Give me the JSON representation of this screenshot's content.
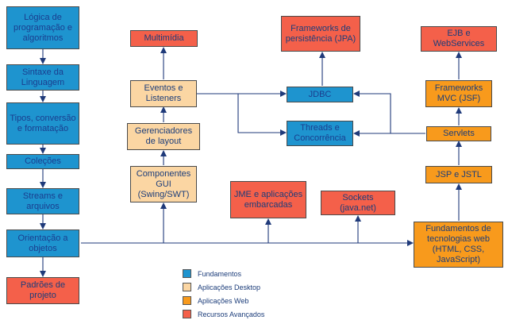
{
  "nodes": {
    "logica": "Lógica de programação e algoritmos",
    "sintaxe": "Sintaxe da Linguagem",
    "tipos": "Tipos, conversão e formatação",
    "colecoes": "Coleções",
    "streams": "Streams e arquivos",
    "orientacao": "Orientação a objetos",
    "padroes": "Padrões de projeto",
    "multimidia": "Multimídia",
    "eventos": "Eventos e Listeners",
    "gerenciadores": "Gerenciadores de layout",
    "componentes": "Componentes GUI (Swing/SWT)",
    "frameworks_persistencia": "Frameworks de persistência (JPA)",
    "jdbc": "JDBC",
    "threads": "Threads e Concorrência",
    "jme": "JME e aplicações embarcadas",
    "sockets": "Sockets (java.net)",
    "ejb": "EJB e WebServices",
    "frameworks_mvc": "Frameworks MVC (JSF)",
    "servlets": "Servlets",
    "jsp": "JSP e JSTL",
    "fundamentos_web": "Fundamentos de tecnologias web (HTML, CSS, JavaScript)"
  },
  "legend": [
    {
      "label": "Fundamentos",
      "color": "#1e94cf"
    },
    {
      "label": "Aplicações Desktop",
      "color": "#fbd6a3"
    },
    {
      "label": "Aplicações Web",
      "color": "#f89a1c"
    },
    {
      "label": "Recursos Avançados",
      "color": "#f4604a"
    }
  ],
  "colors": {
    "line": "#1f3a7a"
  }
}
